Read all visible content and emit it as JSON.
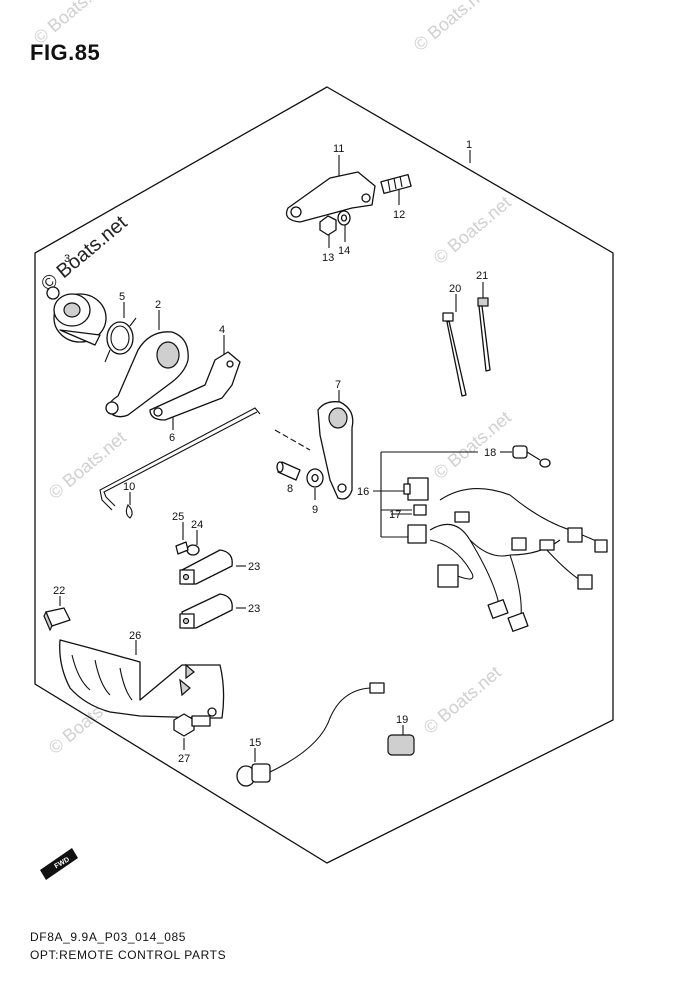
{
  "figure": {
    "title": "FIG.85",
    "code": "DF8A_9.9A_P03_014_085",
    "caption": "OPT:REMOTE CONTROL PARTS"
  },
  "watermark": {
    "text": "© Boats.net"
  },
  "fwd_badge": "FWD",
  "callouts": {
    "c1": "1",
    "c2": "2",
    "c3": "3",
    "c4": "4",
    "c5": "5",
    "c6": "6",
    "c7": "7",
    "c8": "8",
    "c9": "9",
    "c10": "10",
    "c11": "11",
    "c12": "12",
    "c13": "13",
    "c14": "14",
    "c15": "15",
    "c16": "16",
    "c17": "17",
    "c18": "18",
    "c19": "19",
    "c20": "20",
    "c21": "21",
    "c22": "22",
    "c23a": "23",
    "c23b": "23",
    "c24": "24",
    "c25": "25",
    "c26": "26",
    "c27": "27"
  }
}
